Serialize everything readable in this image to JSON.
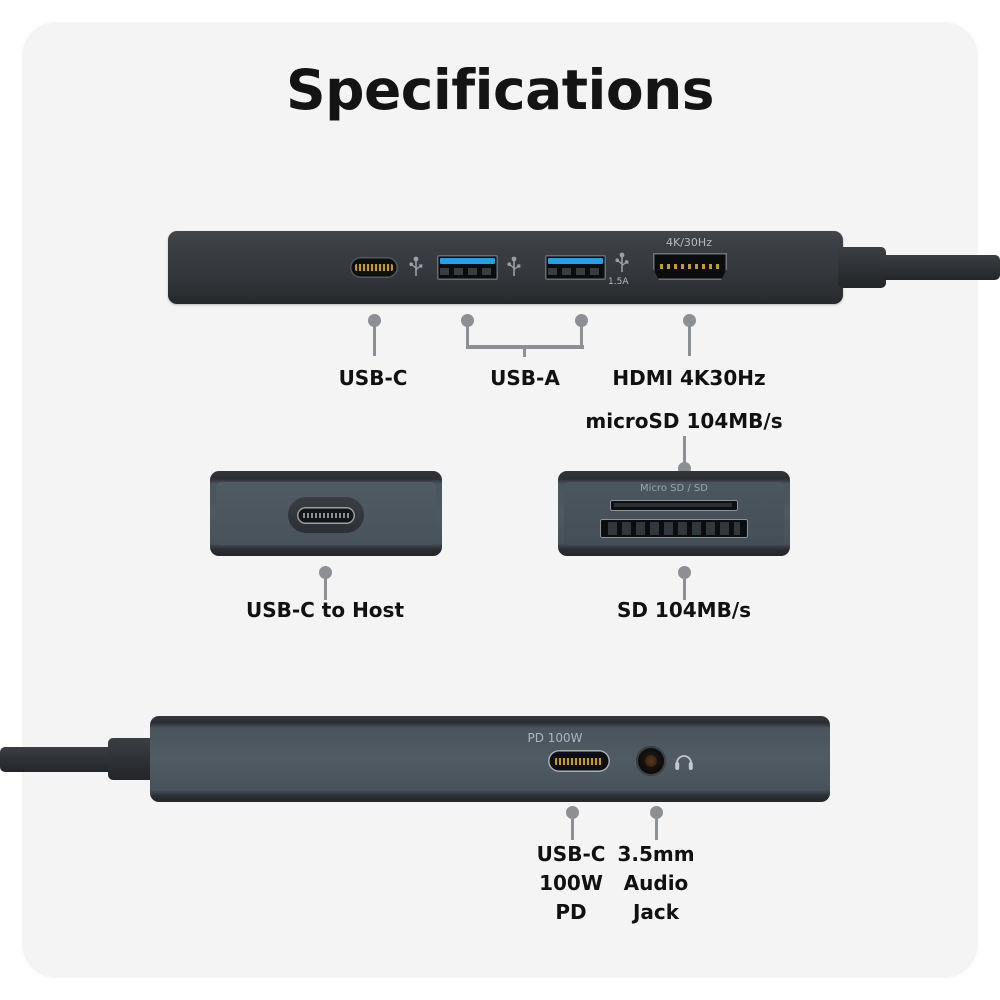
{
  "page": {
    "title": "Specifications",
    "background_color": "#ffffff",
    "card_color": "#f4f4f4"
  },
  "colors": {
    "device_dark": "#35383c",
    "device_bluegray": "#4e5861",
    "usb_a_blue": "#2a9fe0",
    "pin_gold": "#c89a2a",
    "callout_gray": "#8c8f93",
    "label_text": "#111111",
    "silk_text": "#b6bbc0"
  },
  "devices": {
    "top": {
      "name": "front-port-bar",
      "silkscreen": {
        "hdmi_resolution": "4K/30Hz",
        "usba_current": "1.5A"
      },
      "ports": [
        {
          "name": "usb-c-port",
          "type": "usb-c"
        },
        {
          "name": "usb-a-port-1",
          "type": "usb-a"
        },
        {
          "name": "usb-a-port-2",
          "type": "usb-a"
        },
        {
          "name": "hdmi-port",
          "type": "hdmi"
        }
      ],
      "icons": [
        "usb-trident-icon",
        "usb-trident-icon",
        "usb-trident-icon"
      ]
    },
    "mid_left": {
      "name": "usb-c-host-side",
      "ports": [
        {
          "name": "usb-c-host-port",
          "type": "usb-c"
        }
      ]
    },
    "mid_right": {
      "name": "card-reader-side",
      "silkscreen": {
        "reader_label": "Micro SD / SD"
      },
      "ports": [
        {
          "name": "microsd-slot",
          "type": "microsd"
        },
        {
          "name": "sd-slot",
          "type": "sd"
        }
      ]
    },
    "bottom": {
      "name": "rear-port-bar",
      "silkscreen": {
        "pd_rating": "PD 100W"
      },
      "ports": [
        {
          "name": "usb-c-pd-port",
          "type": "usb-c"
        },
        {
          "name": "audio-jack-port",
          "type": "3.5mm"
        }
      ],
      "icons": [
        "headphone-icon"
      ]
    }
  },
  "callouts": [
    {
      "id": "usb-c",
      "label": "USB-C"
    },
    {
      "id": "usb-a",
      "label": "USB-A"
    },
    {
      "id": "hdmi",
      "label": "HDMI 4K30Hz"
    },
    {
      "id": "microsd",
      "label": "microSD 104MB/s"
    },
    {
      "id": "usb-c-host",
      "label": "USB-C to Host"
    },
    {
      "id": "sd",
      "label": "SD 104MB/s"
    },
    {
      "id": "usb-c-pd",
      "label": "USB-C\n100W\nPD"
    },
    {
      "id": "audio-jack",
      "label": "3.5mm\nAudio\nJack"
    }
  ]
}
